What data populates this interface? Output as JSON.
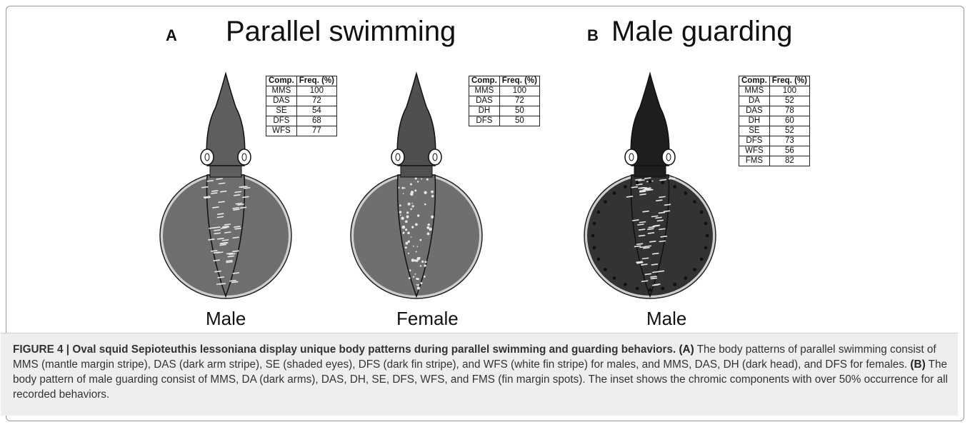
{
  "panels": {
    "a": {
      "letter": "A",
      "title": "Parallel swimming"
    },
    "b": {
      "letter": "B",
      "title": "Male guarding"
    }
  },
  "squids": [
    {
      "label": "Male",
      "body_color": "#6e6e6e",
      "head_color": "#5e5e5e",
      "markings": "dashes"
    },
    {
      "label": "Female",
      "body_color": "#6f6f6f",
      "head_color": "#4f4f4f",
      "markings": "dots"
    },
    {
      "label": "Male",
      "body_color": "#333333",
      "head_color": "#1e1e1e",
      "markings": "dashes+spots"
    }
  ],
  "tables": [
    {
      "headers": [
        "Comp.",
        "Freq. (%)"
      ],
      "rows": [
        [
          "MMS",
          "100"
        ],
        [
          "DAS",
          "72"
        ],
        [
          "SE",
          "54"
        ],
        [
          "DFS",
          "68"
        ],
        [
          "WFS",
          "77"
        ]
      ]
    },
    {
      "headers": [
        "Comp.",
        "Freq. (%)"
      ],
      "rows": [
        [
          "MMS",
          "100"
        ],
        [
          "DAS",
          "72"
        ],
        [
          "DH",
          "50"
        ],
        [
          "DFS",
          "50"
        ]
      ]
    },
    {
      "headers": [
        "Comp.",
        "Freq. (%)"
      ],
      "rows": [
        [
          "MMS",
          "100"
        ],
        [
          "DA",
          "52"
        ],
        [
          "DAS",
          "78"
        ],
        [
          "DH",
          "60"
        ],
        [
          "SE",
          "52"
        ],
        [
          "DFS",
          "73"
        ],
        [
          "WFS",
          "56"
        ],
        [
          "FMS",
          "82"
        ]
      ]
    }
  ],
  "caption": {
    "lead": "FIGURE 4 | Oval squid Sepioteuthis lessoniana display unique body patterns during parallel swimming and guarding behaviors.",
    "a_marker": "(A)",
    "a_text": "The body patterns of parallel swimming consist of MMS (mantle margin stripe), DAS (dark arm stripe), SE (shaded eyes), DFS (dark fin stripe), and WFS (white fin stripe) for males, and MMS, DAS, DH (dark head), and DFS for females.",
    "b_marker": "(B)",
    "b_text": "The body pattern of male guarding consist of MMS, DA (dark arms), DAS, DH, SE, DFS, WFS, and FMS (fin margin spots). The inset shows the chromic components with over 50% occurrence for all recorded behaviors."
  }
}
